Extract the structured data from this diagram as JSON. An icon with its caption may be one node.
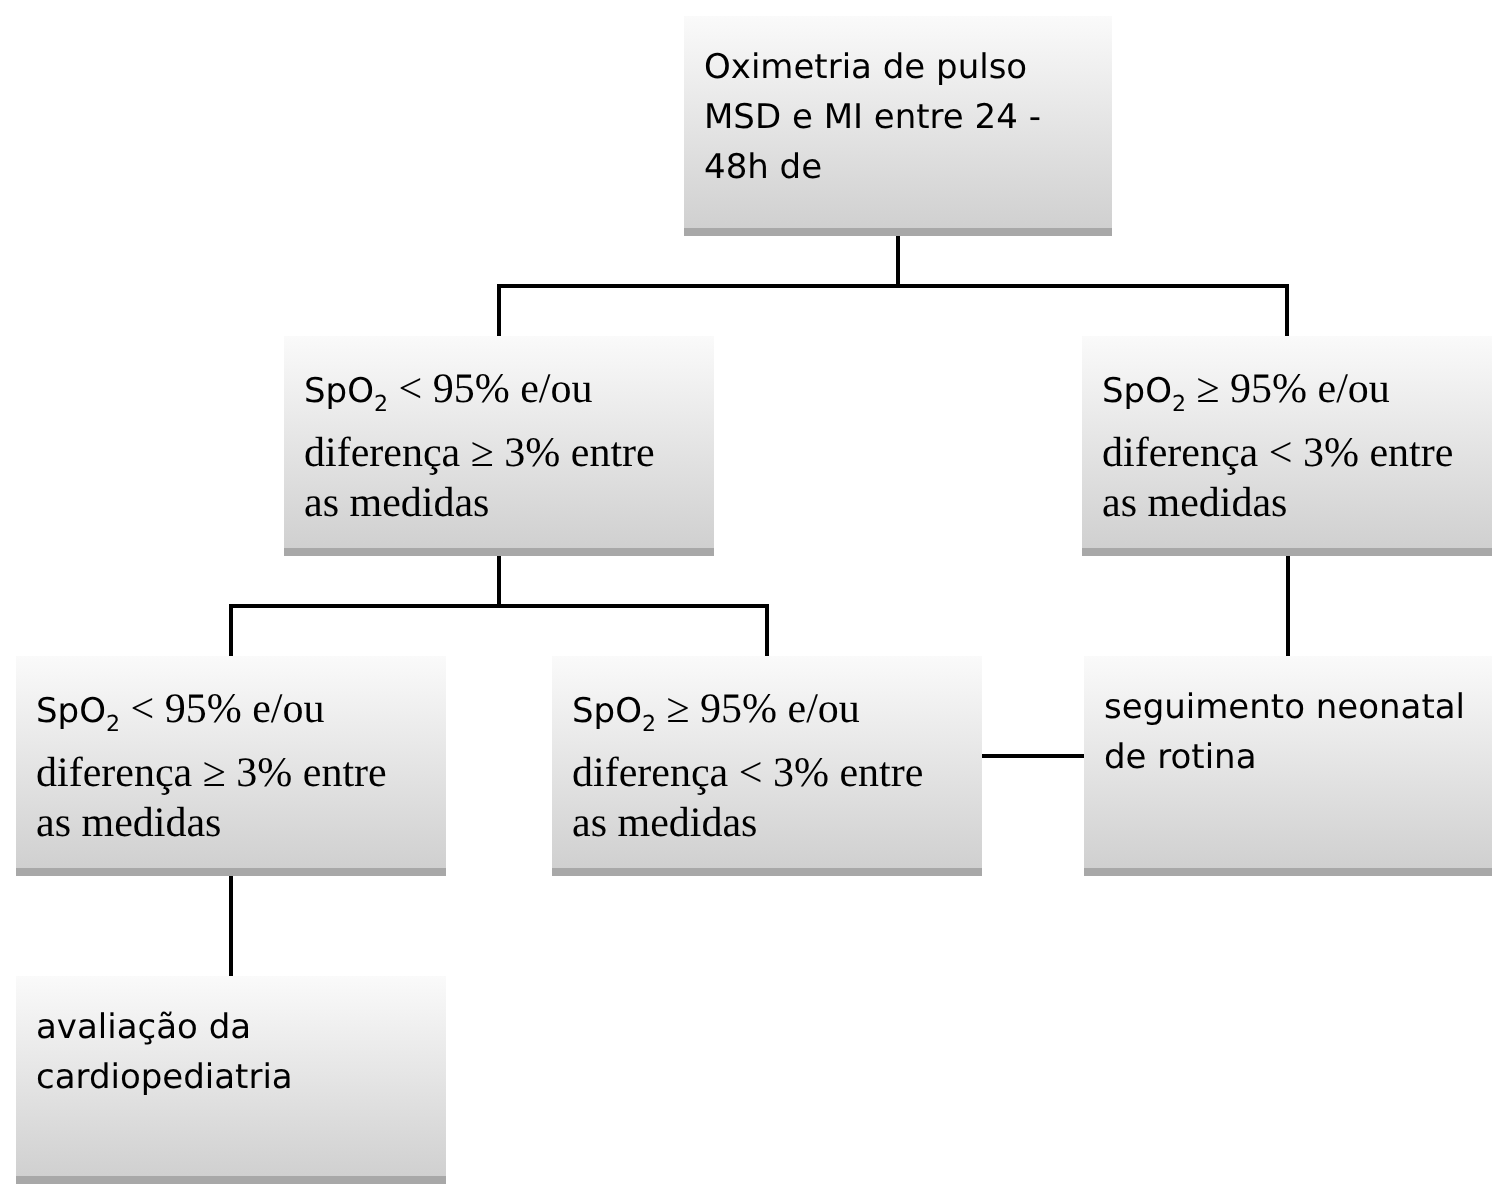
{
  "diagram": {
    "nodes": [
      {
        "text": [
          "Oximetria de pulso MSD e MI entre 24 - 48h de"
        ]
      },
      {
        "text": [
          "SpO$_{2}$ < 95% e/ou diferença ≥ 3% entre as medidas"
        ]
      },
      {
        "text": [
          "SpO$_{2}$ ≥ 95% e/ou diferença < 3% entre as medidas"
        ]
      },
      {
        "text": [
          "SpO$_{2}$ < 95% e/ou diferença ≥ 3% entre as medidas"
        ]
      },
      {
        "text": [
          "SpO$_{2}$ ≥ 95% e/ou diferença < 3% entre as medidas"
        ]
      },
      {
        "text": [
          "seguimento neonatal de rotina"
        ]
      },
      {
        "text": [
          "avaliação da cardiopediatria"
        ]
      }
    ],
    "edges": [
      {
        "from": 0,
        "to": 1,
        "arrow": "none"
      },
      {
        "from": 0,
        "to": 2,
        "arrow": "none"
      },
      {
        "from": 1,
        "to": 3,
        "arrow": "none"
      },
      {
        "from": 1,
        "to": 4,
        "arrow": "none"
      },
      {
        "from": 2,
        "to": 5,
        "arrow": "none"
      },
      {
        "from": 4,
        "to": 5,
        "arrow": "none"
      },
      {
        "from": 3,
        "to": 6,
        "arrow": "none"
      }
    ]
  }
}
